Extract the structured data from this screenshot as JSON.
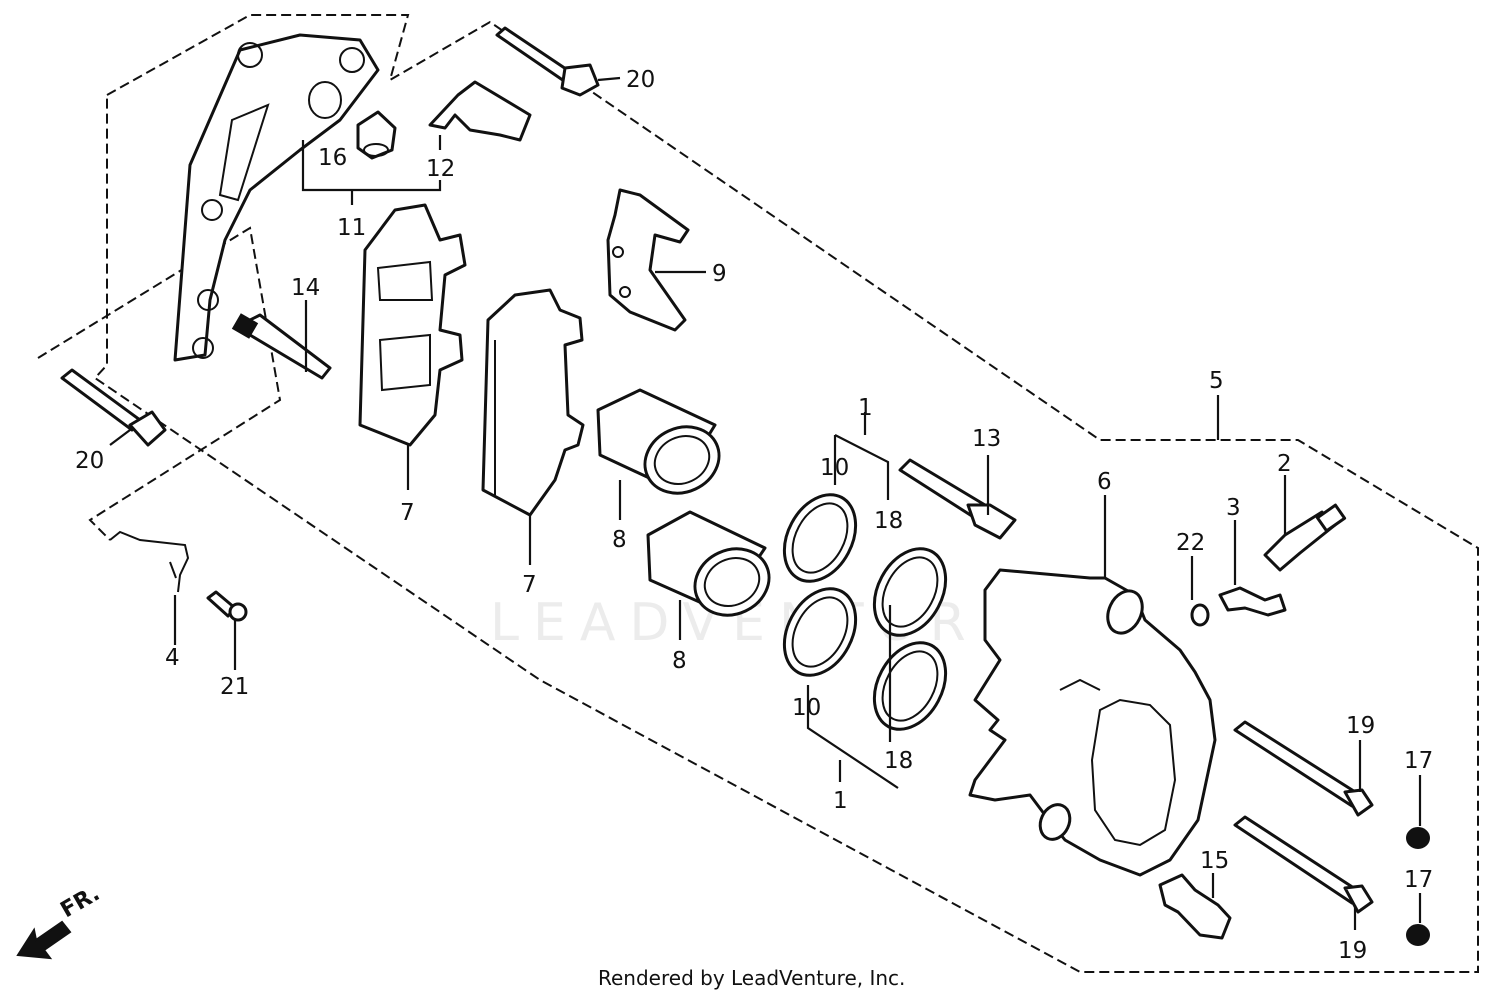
{
  "diagram": {
    "callouts": [
      {
        "id": "c20a",
        "label": "20"
      },
      {
        "id": "c16",
        "label": "16"
      },
      {
        "id": "c12",
        "label": "12"
      },
      {
        "id": "c11",
        "label": "11"
      },
      {
        "id": "c9",
        "label": "9"
      },
      {
        "id": "c14",
        "label": "14"
      },
      {
        "id": "c20b",
        "label": "20"
      },
      {
        "id": "c7a",
        "label": "7"
      },
      {
        "id": "c7b",
        "label": "7"
      },
      {
        "id": "c8a",
        "label": "8"
      },
      {
        "id": "c8b",
        "label": "8"
      },
      {
        "id": "c1a",
        "label": "1"
      },
      {
        "id": "c10a",
        "label": "10"
      },
      {
        "id": "c18a",
        "label": "18"
      },
      {
        "id": "c10b",
        "label": "10"
      },
      {
        "id": "c18b",
        "label": "18"
      },
      {
        "id": "c1b",
        "label": "1"
      },
      {
        "id": "c13",
        "label": "13"
      },
      {
        "id": "c5",
        "label": "5"
      },
      {
        "id": "c6",
        "label": "6"
      },
      {
        "id": "c2",
        "label": "2"
      },
      {
        "id": "c3",
        "label": "3"
      },
      {
        "id": "c22",
        "label": "22"
      },
      {
        "id": "c19a",
        "label": "19"
      },
      {
        "id": "c17a",
        "label": "17"
      },
      {
        "id": "c17b",
        "label": "17"
      },
      {
        "id": "c15",
        "label": "15"
      },
      {
        "id": "c19b",
        "label": "19"
      },
      {
        "id": "c4",
        "label": "4"
      },
      {
        "id": "c21",
        "label": "21"
      }
    ],
    "direction_label": "FR.",
    "credit": "Rendered by LeadVenture, Inc.",
    "watermark": "LEADVENTURE"
  }
}
